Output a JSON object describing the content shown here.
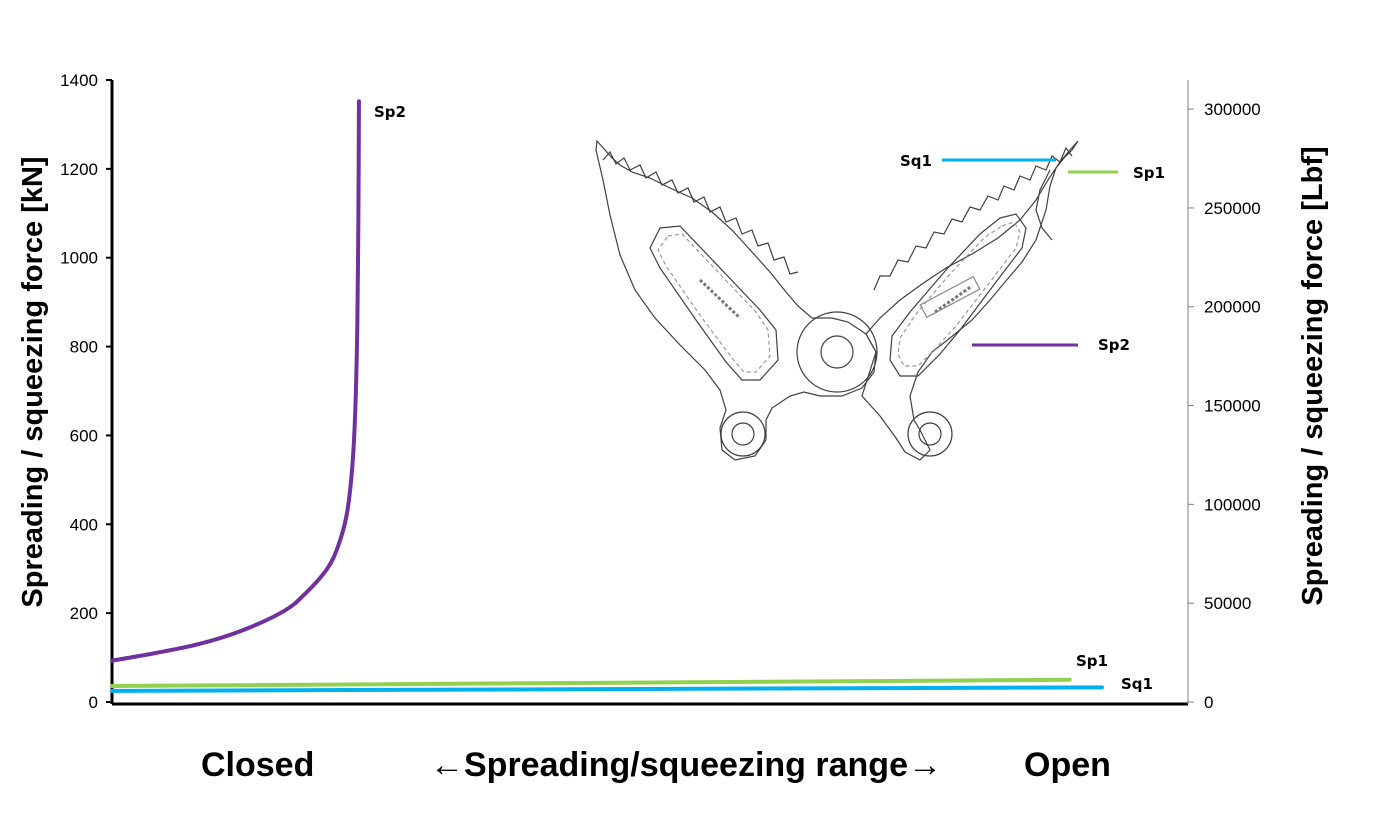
{
  "chart_data": {
    "type": "line",
    "x_range": [
      0,
      100
    ],
    "left_axis": {
      "label": "Spreading / squeezing force [kN]",
      "ylim": [
        0,
        1400
      ],
      "ticks": [
        "0",
        "200",
        "400",
        "600",
        "800",
        "1000",
        "1200",
        "1400"
      ]
    },
    "right_axis": {
      "label": "Spreading / squeezing  force [Lbf]",
      "ylim": [
        0,
        314730
      ],
      "ticks": [
        "0",
        "50000",
        "100000",
        "150000",
        "200000",
        "250000",
        "300000"
      ]
    },
    "x_labels": {
      "left": "Closed",
      "center": "←Spreading/squeezing range→",
      "right": "Open"
    },
    "grid": false,
    "series": [
      {
        "name": "Sp2",
        "color": "#7030A0",
        "x": [
          0,
          4,
          8,
          12,
          16,
          18,
          20,
          21,
          21.8,
          22.3,
          22.6,
          22.8,
          22.9,
          22.95
        ],
        "y": [
          93,
          110,
          130,
          160,
          205,
          245,
          300,
          350,
          420,
          520,
          650,
          850,
          1100,
          1352
        ]
      },
      {
        "name": "Sp1",
        "color": "#92D050",
        "x": [
          0,
          89
        ],
        "y": [
          36,
          50
        ]
      },
      {
        "name": "Sq1",
        "color": "#00B0F0",
        "x": [
          0,
          92
        ],
        "y": [
          25,
          33
        ]
      }
    ]
  }
}
